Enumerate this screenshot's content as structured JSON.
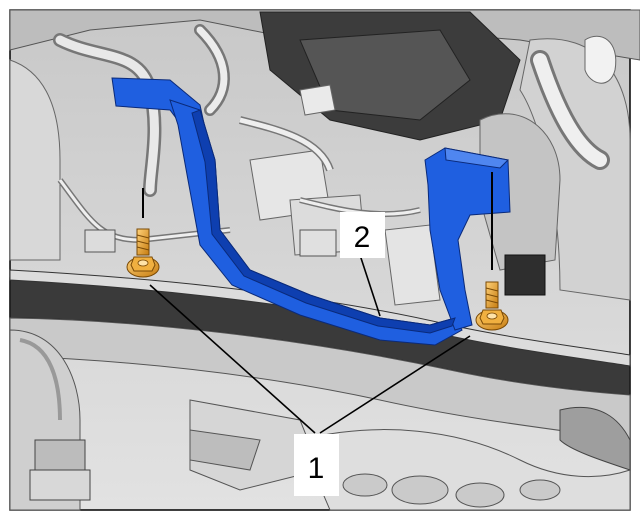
{
  "diagram": {
    "callout_1": "1",
    "callout_2": "2"
  },
  "colors": {
    "bracket": "#1f5fe0",
    "bracket_shade": "#0e3fb0",
    "bracket_light": "#4f86f0",
    "bolt": "#e8a020",
    "bolt_shade": "#b8760c",
    "frame": "#3a3a3a",
    "background_part": "#d4d4d4",
    "background_dark": "#8e8e8e",
    "leader": "#000000",
    "label_box": "#ffffff"
  },
  "icons": [
    "bolt-icon",
    "bracket-shape"
  ]
}
